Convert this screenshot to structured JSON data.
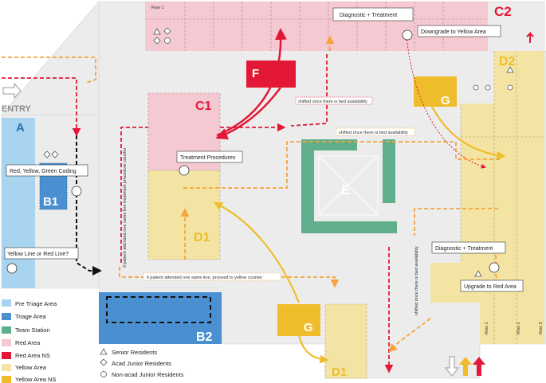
{
  "colors": {
    "floor": "#ececec",
    "pre_triage": "#a8d4ef",
    "triage": "#4a90d0",
    "team_station": "#5fae8c",
    "red_area": "#f4c9d2",
    "red_area_ns": "#e31837",
    "yellow_area": "#f3e4a3",
    "yellow_area_ns": "#efbd2b",
    "red_flow": "#e31837",
    "orange_flow": "#f4a43c",
    "black_flow": "#111111",
    "label_red": "#e31837",
    "label_yellow": "#efbd2b",
    "label_white": "#ffffff"
  },
  "zones": {
    "A": "A",
    "B1": "B1",
    "B2": "B2",
    "C1": "C1",
    "C2": "C2",
    "D1_center": "D1",
    "D1_bottom": "D1",
    "D2": "D2",
    "E": "E",
    "F": "F",
    "G_top": "G",
    "G_bottom": "G"
  },
  "labels": {
    "entry": "ENTRY",
    "row1": "Row 1",
    "diag_treat_top": "Diagnostic + Treatment",
    "downgrade_yellow": "Downgrade to Yellow Area",
    "treatment_procedures": "Treatment Procedures",
    "coding": "Red, Yellow, Green Coding",
    "yellow_or_red": "Yellow Line or Red Line?",
    "diag_treat_right": "Diagnostic + Treatment",
    "upgrade_red": "Upgrade to Red Area",
    "row1_right": "Row 1",
    "row2_right": "Row 2",
    "row3_right": "Row 3"
  },
  "notes": {
    "shifted_bed_1": "shifted once there is bed availability",
    "shifted_bed_2": "shifted once there is bed availability",
    "shifted_bed_3": "shifted once there is bed availability",
    "same_line_yellow": "if patient attended one same line, proceed to yellow counter",
    "same_line_treatment": "if patient attended one same line treatment procedure counter"
  },
  "legend": {
    "areas": [
      {
        "label": "Pre Triage Area",
        "color_key": "pre_triage"
      },
      {
        "label": "Triage Area",
        "color_key": "triage"
      },
      {
        "label": "Team Station",
        "color_key": "team_station"
      },
      {
        "label": "Red Area",
        "color_key": "red_area"
      },
      {
        "label": "Red Area NS",
        "color_key": "red_area_ns"
      },
      {
        "label": "Yellow Area",
        "color_key": "yellow_area"
      },
      {
        "label": "Yellow Area NS",
        "color_key": "yellow_area_ns"
      }
    ],
    "symbols": [
      {
        "label": "Senior Residents",
        "icon": "triangle-icon"
      },
      {
        "label": "Acad Junior Residents",
        "icon": "diamond-icon"
      },
      {
        "label": "Non-acad Junior Residents",
        "icon": "circle-icon"
      }
    ]
  }
}
